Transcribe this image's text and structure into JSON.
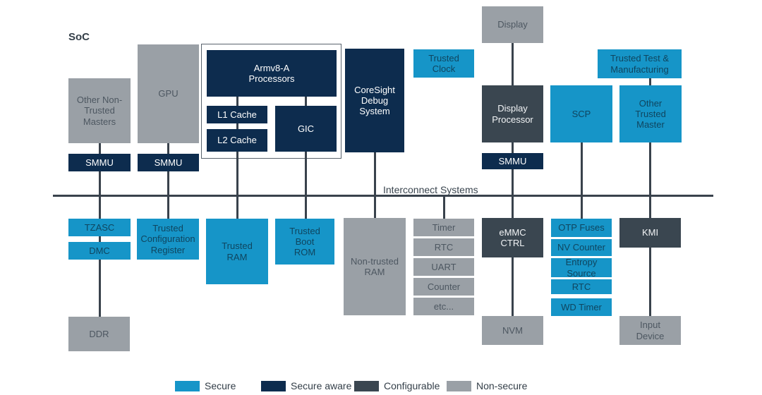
{
  "soc_label": "SoC",
  "interconnect": {
    "label": "Interconnect Systems"
  },
  "colors": {
    "secure": "#1695c8",
    "secure_aware": "#0d2c4e",
    "configurable": "#3a4650",
    "non_secure": "#9aa0a6",
    "line": "#39424c"
  },
  "nodes": {
    "other_non_trusted_masters": {
      "label": "Other Non-Trusted Masters"
    },
    "gpu": {
      "label": "GPU"
    },
    "smmu_masters": {
      "label": "SMMU"
    },
    "smmu_gpu": {
      "label": "SMMU"
    },
    "armv8_processors": {
      "label": "Armv8-A Processors"
    },
    "l1_cache": {
      "label": "L1 Cache"
    },
    "l2_cache": {
      "label": "L2 Cache"
    },
    "gic": {
      "label": "GIC"
    },
    "coresight": {
      "label": "CoreSight Debug System"
    },
    "trusted_clock": {
      "label": "Trusted Clock"
    },
    "display": {
      "label": "Display"
    },
    "display_processor": {
      "label": "Display Processor"
    },
    "smmu_display": {
      "label": "SMMU"
    },
    "trusted_test_manufacturing": {
      "label": "Trusted Test & Manufacturing"
    },
    "scp": {
      "label": "SCP"
    },
    "other_trusted_master": {
      "label": "Other Trusted Master"
    },
    "tzasc": {
      "label": "TZASC"
    },
    "dmc": {
      "label": "DMC"
    },
    "trusted_configuration_register": {
      "label": "Trusted Configuration Register"
    },
    "trusted_ram": {
      "label": "Trusted RAM"
    },
    "trusted_boot_rom": {
      "label": "Trusted Boot ROM"
    },
    "non_trusted_ram": {
      "label": "Non-trusted RAM"
    },
    "emmc_ctrl": {
      "label": "eMMC CTRL"
    },
    "kmi": {
      "label": "KMI"
    },
    "ddr": {
      "label": "DDR"
    },
    "nvm": {
      "label": "NVM"
    },
    "input_device": {
      "label": "Input Device"
    }
  },
  "stacks": {
    "peripherals": [
      "Timer",
      "RTC",
      "UART",
      "Counter",
      "etc..."
    ],
    "secure_elements": [
      "OTP Fuses",
      "NV Counter",
      "Entropy Source",
      "RTC",
      "WD Timer"
    ]
  },
  "legend": {
    "items": [
      {
        "label": "Secure"
      },
      {
        "label": "Secure aware"
      },
      {
        "label": "Configurable"
      },
      {
        "label": "Non-secure"
      }
    ]
  }
}
